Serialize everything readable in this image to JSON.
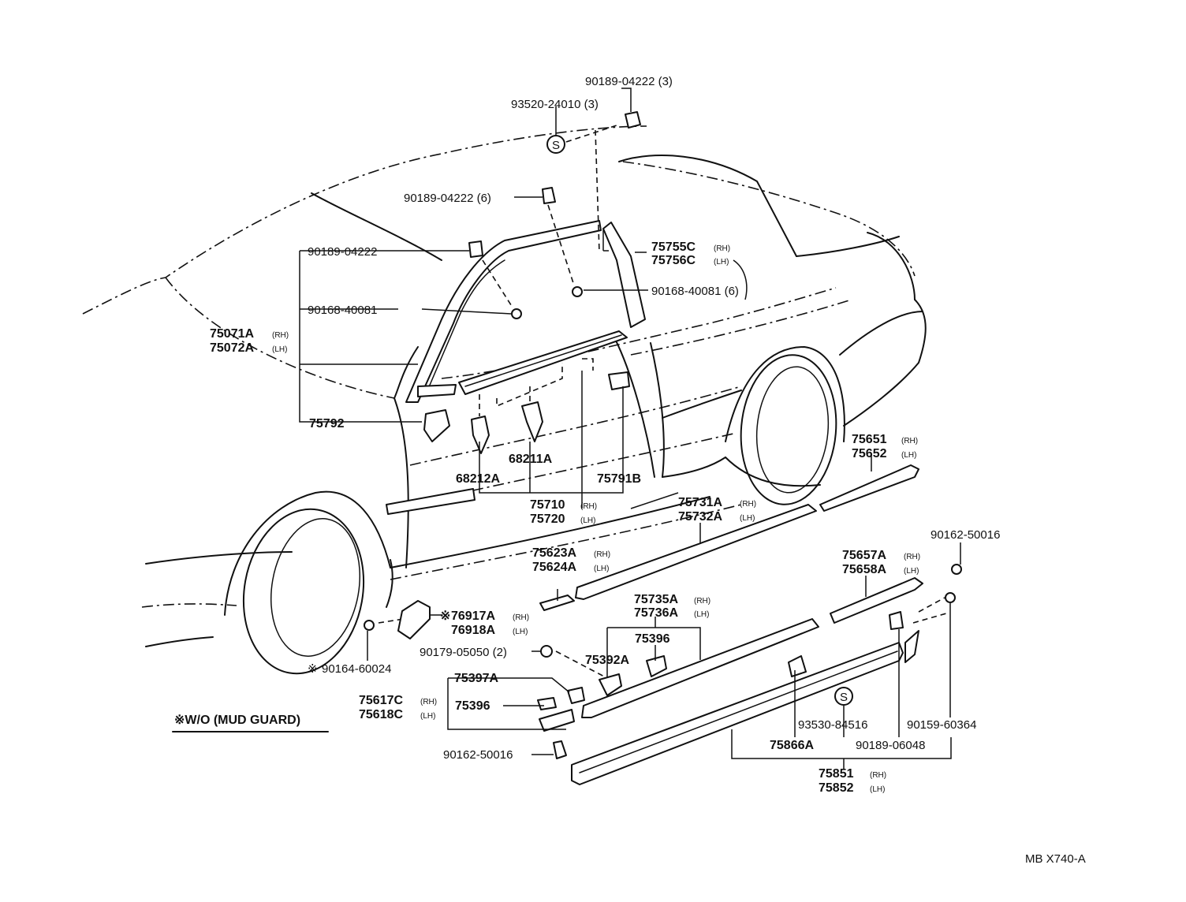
{
  "parts": {
    "p_90189_04222_3": "90189-04222 (3)",
    "p_93520_24010_3": "93520-24010 (3)",
    "p_90189_04222_6": "90189-04222 (6)",
    "p_90189_04222": "90189-04222",
    "p_90168_40081": "90168-40081",
    "p_90168_40081_6": "90168-40081 (6)",
    "p_75755C": "75755C",
    "p_75756C": "75756C",
    "p_75071A": "75071A",
    "p_75072A": "75072A",
    "p_75792": "75792",
    "p_68211A": "68211A",
    "p_68212A": "68212A",
    "p_75791B": "75791B",
    "p_75710": "75710",
    "p_75720": "75720",
    "p_75651": "75651",
    "p_75652": "75652",
    "p_75731A": "75731A",
    "p_75732A": "75732A",
    "p_75623A": "75623A",
    "p_75624A": "75624A",
    "p_90162_50016_top": "90162-50016",
    "p_75657A": "75657A",
    "p_75658A": "75658A",
    "p_75735A": "75735A",
    "p_75736A": "75736A",
    "p_75396_top": "75396",
    "p_75392A": "75392A",
    "p_76917A": "76917A",
    "p_76918A": "76918A",
    "p_90164_60024": "90164-60024",
    "p_90179_05050_2": "90179-05050 (2)",
    "p_75397A": "75397A",
    "p_75617C": "75617C",
    "p_75618C": "75618C",
    "p_75396_bot": "75396",
    "p_90162_50016_bot": "90162-50016",
    "p_93530_84516": "93530-84516",
    "p_90159_60364": "90159-60364",
    "p_75866A": "75866A",
    "p_90189_06048": "90189-06048",
    "p_75851": "75851",
    "p_75852": "75852"
  },
  "side": {
    "rh": "(RH)",
    "lh": "(LH)"
  },
  "symbols": {
    "s_mark": "S",
    "asterisk": "※"
  },
  "note": "※W/O (MUD GUARD)",
  "diagram_code": "MB X740-A"
}
